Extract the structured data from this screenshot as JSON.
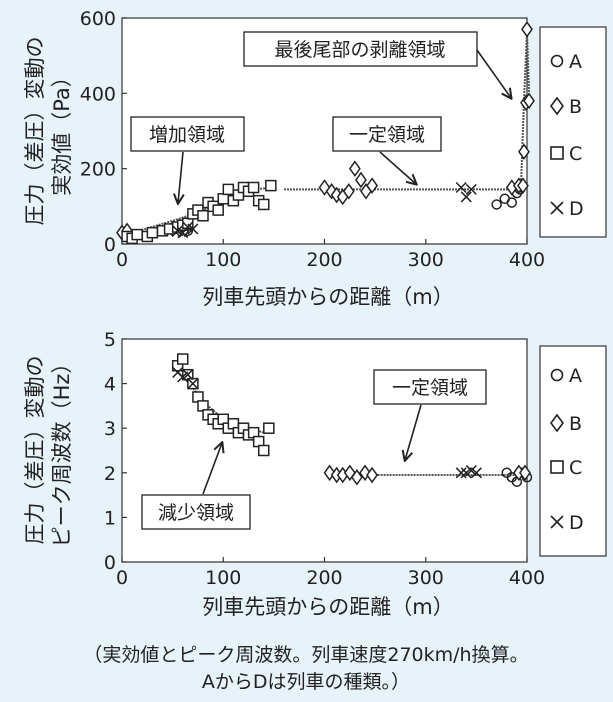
{
  "caption": {
    "line1": "（実効値とピーク周波数。列車速度270km/h換算。",
    "line2": "AからDは列車の種類。）"
  },
  "colors": {
    "background": "#e8f3f9",
    "plot_bg": "#ffffff",
    "marker": "#222222",
    "trend": "#555555"
  },
  "chart_data": [
    {
      "type": "scatter",
      "xlabel": "列車先頭からの距離（m）",
      "ylabel": [
        "圧力（差圧）変動の",
        "実効値（Pa）"
      ],
      "xlim": [
        0,
        400
      ],
      "ylim": [
        0,
        600
      ],
      "xticks": [
        "0",
        "100",
        "200",
        "300",
        "400"
      ],
      "yticks": [
        "0",
        "200",
        "400",
        "600"
      ],
      "grid": false,
      "legend": {
        "placement": "right",
        "entries": [
          "A",
          "B",
          "C",
          "D"
        ]
      },
      "annotations": [
        {
          "text": "増加領域"
        },
        {
          "text": "一定領域"
        },
        {
          "text": "最後尾部の剥離領域"
        }
      ],
      "series": [
        {
          "name": "A",
          "marker": "circle",
          "x": [
            40,
            55,
            65,
            370,
            378,
            385,
            390,
            393
          ],
          "y": [
            35,
            40,
            35,
            105,
            120,
            110,
            135,
            145
          ]
        },
        {
          "name": "B",
          "marker": "diamond",
          "x": [
            0,
            5,
            50,
            57,
            62,
            200,
            207,
            212,
            218,
            224,
            230,
            236,
            241,
            247,
            385,
            392,
            396,
            397,
            399,
            400,
            402
          ],
          "y": [
            30,
            35,
            40,
            38,
            40,
            150,
            140,
            130,
            125,
            140,
            200,
            170,
            140,
            155,
            150,
            155,
            155,
            245,
            375,
            570,
            380
          ]
        },
        {
          "name": "C",
          "marker": "square",
          "x": [
            5,
            10,
            15,
            25,
            30,
            40,
            47,
            55,
            60,
            65,
            70,
            75,
            80,
            85,
            90,
            95,
            100,
            105,
            110,
            115,
            120,
            125,
            130,
            135,
            140,
            147
          ],
          "y": [
            20,
            15,
            25,
            20,
            30,
            35,
            40,
            45,
            50,
            55,
            80,
            90,
            75,
            110,
            100,
            90,
            120,
            145,
            115,
            130,
            150,
            140,
            150,
            115,
            105,
            155
          ]
        },
        {
          "name": "D",
          "marker": "x",
          "x": [
            55,
            60,
            65,
            70,
            335,
            340,
            345
          ],
          "y": [
            35,
            30,
            45,
            40,
            150,
            125,
            145
          ]
        }
      ],
      "trend_lines": [
        {
          "x": [
            5,
            60,
            100,
            130,
            150
          ],
          "y": [
            25,
            70,
            110,
            145,
            150
          ]
        },
        {
          "x": [
            160,
            390
          ],
          "y": [
            145,
            145
          ]
        },
        {
          "x": [
            390,
            394,
            397,
            400,
            402
          ],
          "y": [
            145,
            150,
            380,
            560,
            400
          ]
        }
      ]
    },
    {
      "type": "scatter",
      "xlabel": "列車先頭からの距離（m）",
      "ylabel": [
        "圧力（差圧）変動の",
        "ピーク周波数（Hz）"
      ],
      "xlim": [
        0,
        400
      ],
      "ylim": [
        0,
        5
      ],
      "xticks": [
        "0",
        "100",
        "200",
        "300",
        "400"
      ],
      "yticks": [
        "0",
        "1",
        "2",
        "3",
        "4",
        "5"
      ],
      "grid": false,
      "legend": {
        "placement": "right",
        "entries": [
          "A",
          "B",
          "C",
          "D"
        ]
      },
      "annotations": [
        {
          "text": "一定領域"
        },
        {
          "text": "減少領域"
        }
      ],
      "series": [
        {
          "name": "A",
          "marker": "circle",
          "x": [
            380,
            385,
            390,
            395,
            400
          ],
          "y": [
            2.0,
            1.9,
            1.8,
            2.0,
            1.9
          ]
        },
        {
          "name": "B",
          "marker": "diamond",
          "x": [
            205,
            212,
            218,
            225,
            232,
            240,
            247,
            392,
            398
          ],
          "y": [
            2.0,
            1.95,
            1.95,
            2.0,
            1.9,
            2.0,
            1.95,
            2.0,
            2.0
          ]
        },
        {
          "name": "C",
          "marker": "square",
          "x": [
            55,
            60,
            65,
            70,
            75,
            80,
            85,
            90,
            95,
            100,
            105,
            110,
            115,
            120,
            125,
            130,
            135,
            140,
            145
          ],
          "y": [
            4.4,
            4.55,
            4.2,
            4.0,
            3.7,
            3.5,
            3.3,
            3.2,
            3.1,
            3.2,
            3.0,
            3.1,
            2.9,
            3.0,
            2.85,
            2.9,
            2.7,
            2.5,
            3.0
          ]
        },
        {
          "name": "D",
          "marker": "x",
          "x": [
            55,
            60,
            65,
            70,
            335,
            340,
            345,
            350
          ],
          "y": [
            4.25,
            4.15,
            4.2,
            4.0,
            2.0,
            2.0,
            2.05,
            2.0
          ]
        }
      ],
      "trend_lines": [
        {
          "x": [
            60,
            70,
            85,
            100,
            120,
            140
          ],
          "y": [
            4.3,
            3.9,
            3.5,
            3.2,
            3.05,
            2.9
          ]
        },
        {
          "x": [
            205,
            400
          ],
          "y": [
            1.95,
            1.95
          ]
        }
      ]
    }
  ]
}
